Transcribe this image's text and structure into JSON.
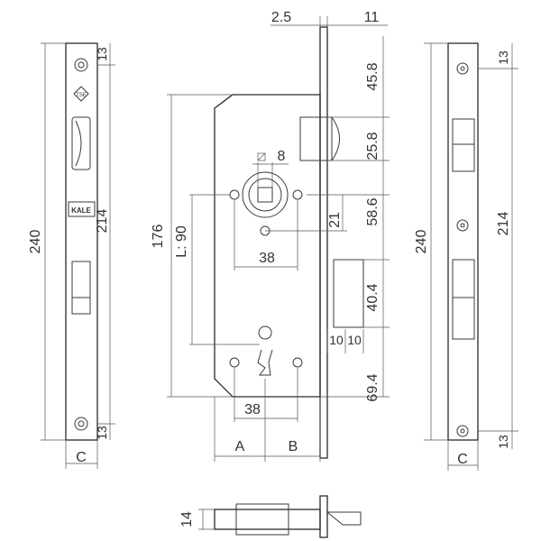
{
  "left_faceplate": {
    "height": "240",
    "hole_spacing": "214",
    "top_offset": "13",
    "bottom_offset": "13",
    "width": "C",
    "stamp_logo": "TSE",
    "brand_mark": "KALE"
  },
  "lock_body": {
    "top_widths": [
      "2.5",
      "11"
    ],
    "right_dims": [
      "45.8",
      "25.8",
      "58.6",
      "40.4",
      "69.4"
    ],
    "bottom_small_dims": [
      "10",
      "10"
    ],
    "overall_height": "176",
    "center_distance": "L: 90",
    "spindle_size": "8",
    "spindle_offset": "21",
    "hole_spacing_upper": "38",
    "hole_spacing_lower": "38",
    "backset_labels": [
      "A",
      "B"
    ]
  },
  "right_faceplate": {
    "height": "240",
    "hole_spacing": "214",
    "top_offset": "13",
    "bottom_offset": "13",
    "width": "C"
  },
  "bottom_view": {
    "thickness": "14"
  }
}
